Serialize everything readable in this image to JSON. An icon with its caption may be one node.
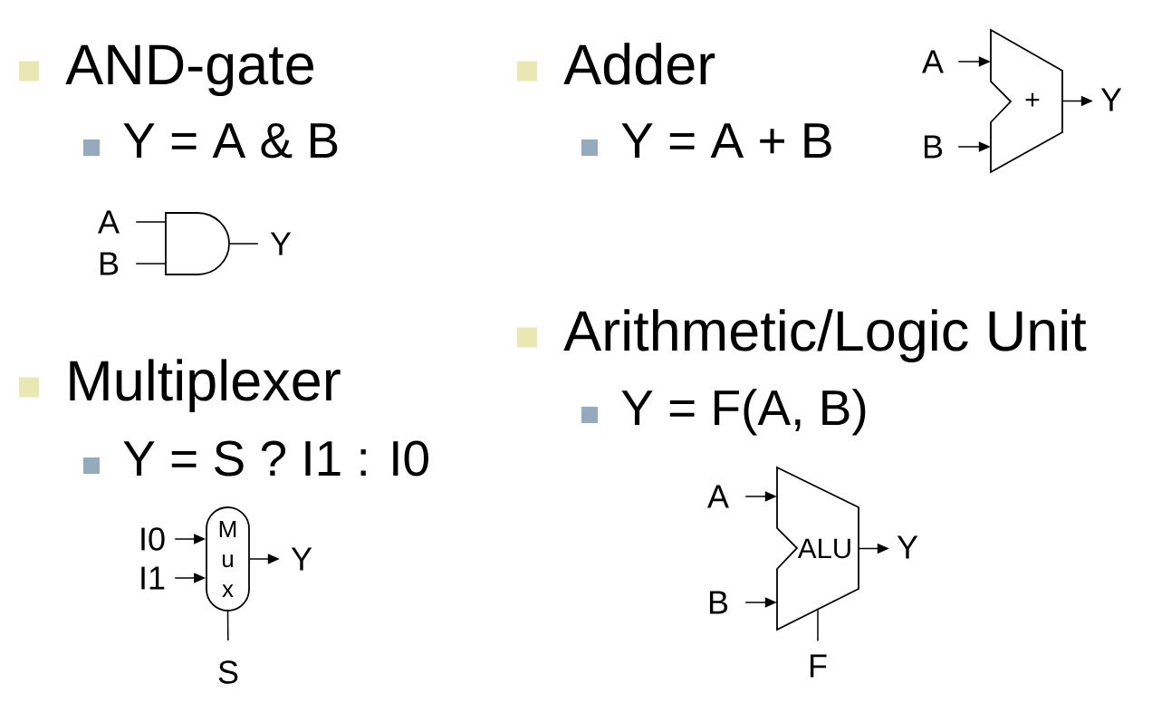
{
  "diagram": {
    "nodes": [
      {
        "text": [
          "A"
        ]
      },
      {
        "text": [
          "B"
        ]
      },
      {
        "text": [],
        "shape": "gate"
      },
      {
        "text": [
          "Y"
        ]
      },
      {
        "text": [
          "A"
        ]
      },
      {
        "text": [
          "+"
        ]
      },
      {
        "text": [
          "Y"
        ]
      },
      {
        "text": [
          "B"
        ]
      },
      {
        "text": [
          "I0"
        ]
      },
      {
        "text": [
          "M u x"
        ]
      },
      {
        "text": [
          "Y"
        ]
      },
      {
        "text": [
          "I1"
        ]
      },
      {
        "text": [
          "S"
        ]
      },
      {
        "text": [
          "A"
        ]
      },
      {
        "text": [
          "ALU"
        ]
      },
      {
        "text": [
          "Y"
        ]
      },
      {
        "text": [
          "B"
        ]
      },
      {
        "text": [
          "F"
        ]
      }
    ],
    "edges": [
      {
        "from": 0,
        "to": 2,
        "arrow": "none"
      },
      {
        "from": 1,
        "to": 2,
        "arrow": "none"
      },
      {
        "from": 2,
        "to": 3,
        "arrow": "none"
      },
      {
        "from": 4,
        "to": 5,
        "arrow": "to"
      },
      {
        "from": 7,
        "to": 5,
        "arrow": "to"
      },
      {
        "from": 5,
        "to": 6,
        "arrow": "to"
      },
      {
        "from": 8,
        "to": 9,
        "arrow": "to"
      },
      {
        "from": 11,
        "to": 9,
        "arrow": "to"
      },
      {
        "from": 9,
        "to": 10,
        "arrow": "to"
      },
      {
        "from": 12,
        "to": 9,
        "arrow": "none"
      },
      {
        "from": 13,
        "to": 14,
        "arrow": "to"
      },
      {
        "from": 16,
        "to": 14,
        "arrow": "to"
      },
      {
        "from": 14,
        "to": 15,
        "arrow": "to"
      },
      {
        "from": 17,
        "to": 14,
        "arrow": "none"
      }
    ],
    "labels": [
      "AND-gate",
      "Y = A & B",
      "Adder",
      "Y = A + B",
      "Multiplexer",
      "Y = S ? I1 : I0",
      "Arithmetic/Logic Unit",
      "Y = F(A, B)"
    ]
  }
}
